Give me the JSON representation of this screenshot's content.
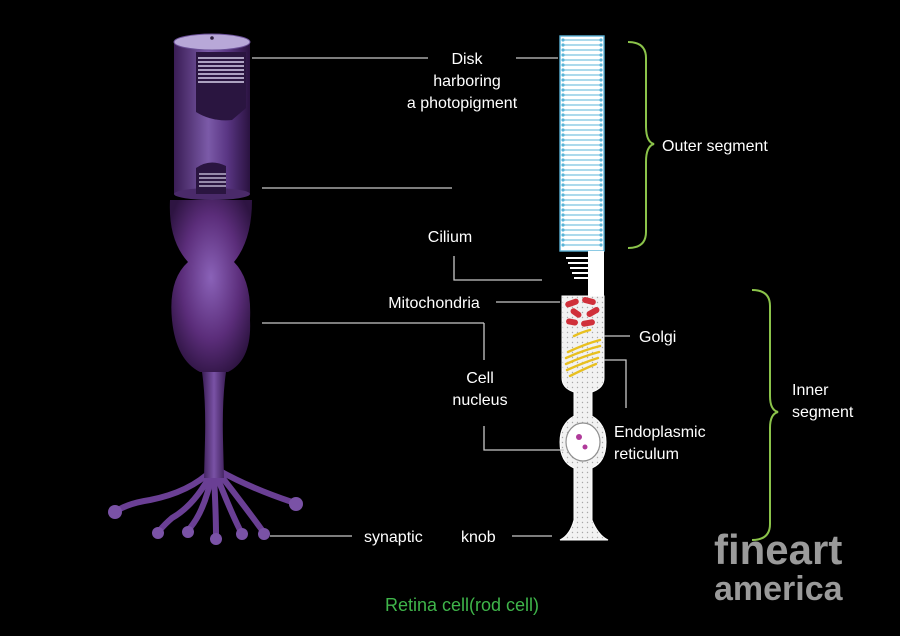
{
  "labels": {
    "disk_line1": "Disk",
    "disk_line2": "harboring",
    "disk_line3": "a photopigment",
    "cilium": "Cilium",
    "mitochondria": "Mitochondria",
    "golgi": "Golgi",
    "nucleus_line1": "Cell",
    "nucleus_line2": "nucleus",
    "er_line1": "Endoplasmic",
    "er_line2": "reticulum",
    "synaptic": "synaptic",
    "knob": "knob",
    "outer_segment": "Outer segment",
    "inner_line1": "Inner",
    "inner_line2": "segment"
  },
  "caption": "Retina cell(rod cell)",
  "watermark": {
    "line1": "fineart",
    "line2": "america"
  },
  "colors": {
    "background": "#000000",
    "label_text": "#ffffff",
    "caption": "#3fb54a",
    "brace": "#8bc34a",
    "rod_purple": "#5b2d7a",
    "disk_blue": "#5ab4d8",
    "mitochondria_red": "#d0303a",
    "golgi_yellow": "#e8c020"
  }
}
